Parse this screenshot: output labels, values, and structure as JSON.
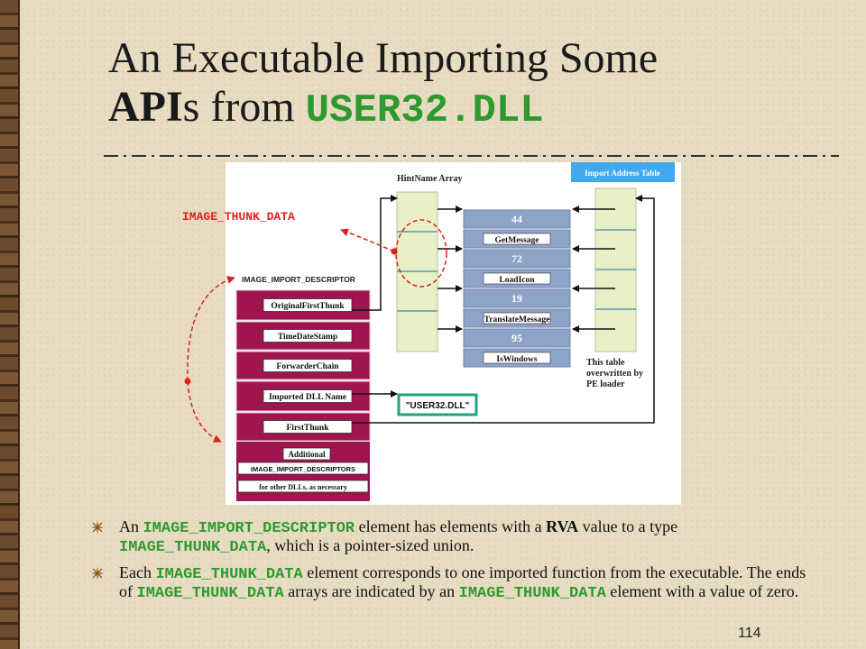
{
  "slide": {
    "title_line1": "An Executable Importing Some",
    "title_api": "API",
    "title_s_from": "s from ",
    "title_dll": "USER32.DLL",
    "page_number": "114"
  },
  "diagram": {
    "thunk_label": "IMAGE_THUNK_DATA",
    "hint_name_array_label": "HintName Array",
    "iat_label": "Import Address Table",
    "descriptor_label": "IMAGE_IMPORT_DESCRIPTOR",
    "descriptor_fields": [
      "OriginalFirstThunk",
      "TimeDateStamp",
      "ForwarderChain",
      "Imported DLL Name",
      "FirstThunk"
    ],
    "additional_lines": [
      "Additional",
      "IMAGE_IMPORT_DESCRIPTORS",
      "for other DLLs, as necessary"
    ],
    "hint_entries": [
      "44",
      "GetMessage",
      "72",
      "LoadIcon",
      "19",
      "TranslateMessage",
      "95",
      "IsWindows"
    ],
    "dll_name_box": "\"USER32.DLL\"",
    "note_lines": [
      "This table",
      "overwritten by",
      "PE loader"
    ],
    "colors": {
      "descriptor": "#a0144f",
      "array": "#e7f0c6",
      "hint": "#8ea3c8",
      "iat_header": "#3fa8ef",
      "accent_red": "#e0201b",
      "dll_box": "#1fa37e"
    }
  },
  "bullets": [
    {
      "p1": "An ",
      "m1": "IMAGE_IMPORT_DESCRIPTOR",
      "p2": " element has elements with a ",
      "b1": "RVA",
      "p3": " value to a type ",
      "m2": "IMAGE_THUNK_DATA",
      "p4": ",  which is a pointer-sized union."
    },
    {
      "p1": "Each ",
      "m1": "IMAGE_THUNK_DATA",
      "p2": " element corresponds to one imported function from the executable. The ends of ",
      "m2": "IMAGE_THUNK_DATA",
      "p3": " arrays are indicated by an ",
      "m3": "IMAGE_THUNK_DATA",
      "p4": " element with a value of zero."
    }
  ]
}
